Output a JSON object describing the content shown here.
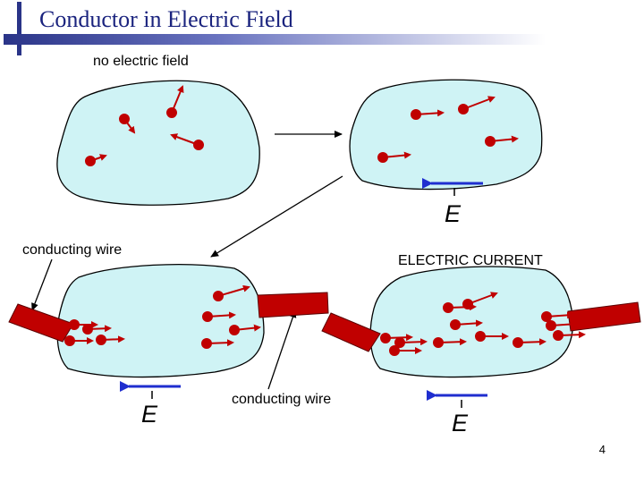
{
  "slide": {
    "title": "Conductor in Electric Field",
    "page_number": "4"
  },
  "labels": {
    "no_field": "no electric field",
    "conducting_wire_left": "conducting wire",
    "electric_current": "ELECTRIC CURRENT",
    "conducting_wire_bottom": "conducting wire"
  },
  "field_symbol": "E",
  "colors": {
    "conductor_fill": "#cff3f5",
    "electron": "#c00000",
    "field_arrow": "#1f2ecf",
    "wire": "#c00000",
    "title": "#1a237e"
  }
}
